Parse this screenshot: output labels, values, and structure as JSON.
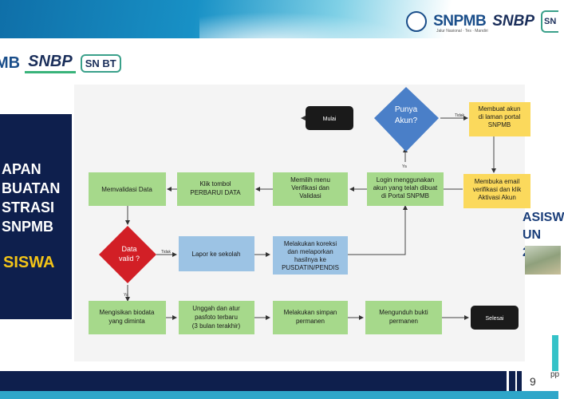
{
  "header": {
    "logo_snpmb": "SNPMB",
    "logo_snbp": "SNBP",
    "logo_snbt": "SN",
    "tagline": "Jalur Nasional · Tes · Mandiri"
  },
  "logos_row": {
    "snpmb_partial": "MB",
    "snbp": "SNBP",
    "snbt": "SN BT"
  },
  "left_panel": {
    "lines": [
      "APAN",
      "BUATAN",
      "STRASI",
      "SNPMB"
    ],
    "highlight": "SISWA"
  },
  "right_panel": {
    "line1": "ASISW",
    "line2": "UN 20",
    "side_label": "pp"
  },
  "footer": {
    "page_number": "9"
  },
  "flow": {
    "start": "Mulai",
    "decision_account": "Punya Akun?",
    "create_account": "Membuat akun di laman portal SNPMB",
    "open_email": "Membuka email verifikasi dan klik Aktivasi Akun",
    "login": "Login menggunakan akun yang telah dibuat di Portal SNPMB",
    "choose_menu": "Memilih menu Verifikasi dan Validasi",
    "click_update": "Klik tombol PERBARUI DATA",
    "validate": "Memvalidasi Data",
    "decision_valid": "Data valid ?",
    "report_school": "Lapor ke sekolah",
    "correction": "Melakukan koreksi dan melaporkan hasilnya ke PUSDATIN/PENDIS",
    "fill_bio": "Mengisikan biodata yang diminta",
    "upload_photo": "Unggah dan atur pasfoto terbaru (3 bulan terakhir)",
    "save_permanent": "Melakukan simpan permanen",
    "download_proof": "Mengunduh bukti permanen",
    "finish": "Selesai",
    "edge_no_account": "Tidak",
    "edge_yes_account": "Ya",
    "edge_not_valid": "Tidak",
    "edge_valid": "Ya"
  },
  "colors": {
    "green": "#a6d98b",
    "yellow": "#fbd95c",
    "blue": "#9cc3e4",
    "diamond_blue": "#4a7fc8",
    "diamond_red": "#d21f26",
    "terminal": "#1a1a1a",
    "navy": "#0e1f4d"
  }
}
